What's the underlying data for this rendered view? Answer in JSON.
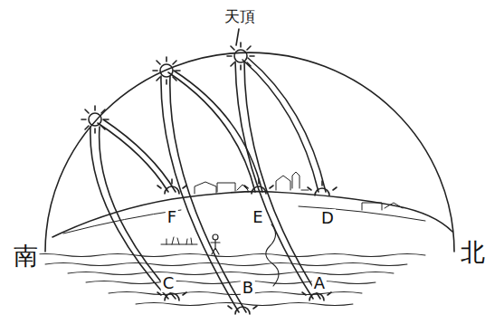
{
  "diagram": {
    "labels": [
      "天頂",
      "F",
      "E",
      "D",
      "南",
      "北",
      "C",
      "B",
      "A"
    ]
  }
}
